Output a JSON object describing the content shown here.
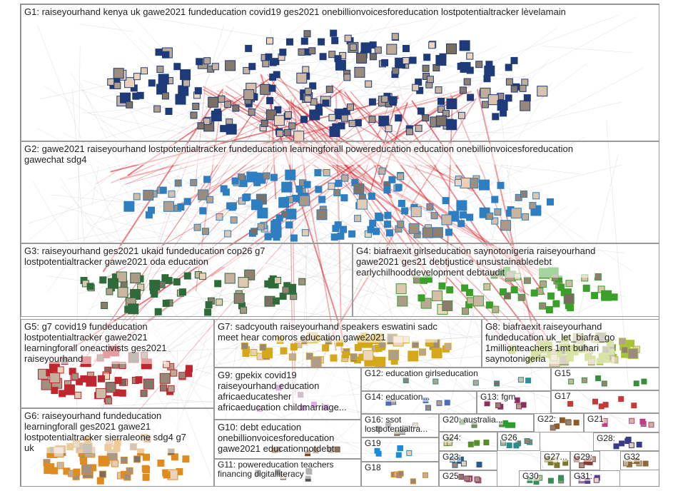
{
  "groups": [
    {
      "id": "G1",
      "label": "G1: raiseyourhand kenya uk gawe2021 fundeducation covid19 ges2021 onebillionvoicesforeducation lostpotentialtracker lèvelamain",
      "color": "#1e3a78"
    },
    {
      "id": "G2",
      "label": "G2: gawe2021 raiseyourhand lostpotentialtracker fundeducation learningforall powereducation education onebillionvoicesforeducation\ngawechat sdg4",
      "color": "#2d7fc1"
    },
    {
      "id": "G3",
      "label": "G3: raiseyourhand ges2021 ukaid fundeducation cop26 g7\nlostpotentialtracker gawe2021 oda education",
      "color": "#2f6b3a"
    },
    {
      "id": "G4",
      "label": "G4: biafraexit girlseducation saynotonigeria raiseyourhand\ngawe2021 ges21 debtjustice unsustainabledebt\nearlychilhooddevelopment debtaudit",
      "color": "#3aa02a"
    },
    {
      "id": "G5",
      "label": "G5: g7 covid19 fundeducation\nlostpotentialtracker gawe2021\nlearningforall oneactivists ges2021\nraiseyourhand",
      "color": "#c0262d"
    },
    {
      "id": "G6",
      "label": "G6: raiseyourhand fundeducation\nlearningforall ges2021 gawe21\nlostpotentialtracker sierraleone sdg4 g7\nuk",
      "color": "#e08b1f"
    },
    {
      "id": "G7",
      "label": "G7: sadcyouth raiseyourhand speakers eswatini sadc\nmeet hear comoros education gawe2021",
      "color": "#d4a81a"
    },
    {
      "id": "G8",
      "label": "G8: biafraexit raiseyourhand\nfundeducation uk_let_biafra_go\n1millionteachers 1mt buhari\nsaynotonigeria",
      "color": "#a8c23a"
    },
    {
      "id": "G9",
      "label": "G9: gpekix covid19\nraiseyourhand education\nafricaeducatesher\nafricaeducation childmarriage...",
      "color": "#b04fc4"
    },
    {
      "id": "G10",
      "label": "G10: debt education\nonebillionvoicesforeducation\ngawe2021 educationnotdebt",
      "color": "#7a4c2a"
    },
    {
      "id": "G11",
      "label": "G11: powereducation teachers\nfinancing digitalliteracy",
      "color": "#555555"
    },
    {
      "id": "G12",
      "label": "G12: education girlseducation",
      "color": "#2e8f8f"
    },
    {
      "id": "G13",
      "label": "G13: fgm",
      "color": "#8a2e5c"
    },
    {
      "id": "G14",
      "label": "G14: education...",
      "color": "#4b6cb7"
    },
    {
      "id": "G15",
      "label": "G15",
      "color": "#3a8f3a"
    },
    {
      "id": "G16",
      "label": "G16: ssot\nlostpotentialtra...",
      "color": "#6b6b6b"
    },
    {
      "id": "G17",
      "label": "G17",
      "color": "#c23a3a"
    },
    {
      "id": "G18",
      "label": "G18",
      "color": "#d98c1a"
    },
    {
      "id": "G19",
      "label": "G19",
      "color": "#1a8cd9"
    },
    {
      "id": "G20",
      "label": "G20: australia...",
      "color": "#2a9d2a"
    },
    {
      "id": "G21",
      "label": "G21",
      "color": "#c43a8a"
    },
    {
      "id": "G22",
      "label": "G22:",
      "color": "#8c5a2a"
    },
    {
      "id": "G23",
      "label": "G23:",
      "color": "#2a5a8c"
    },
    {
      "id": "G24",
      "label": "G24:",
      "color": "#5a8c2a"
    },
    {
      "id": "G25",
      "label": "G25",
      "color": "#8c2a5a"
    },
    {
      "id": "G26",
      "label": "G26",
      "color": "#2a8c8c"
    },
    {
      "id": "G27",
      "label": "G27...",
      "color": "#7a7a2a"
    },
    {
      "id": "G28",
      "label": "G28:",
      "color": "#3a3a8c"
    },
    {
      "id": "G29",
      "label": "G29:",
      "color": "#8c3a3a"
    },
    {
      "id": "G30",
      "label": "G30",
      "color": "#3a8c5a"
    },
    {
      "id": "G31",
      "label": "G31:",
      "color": "#5a3a8c"
    },
    {
      "id": "G32",
      "label": "G32",
      "color": "#8c6a3a"
    }
  ],
  "edge_color": "#d9262b",
  "faint_edge_color": "#c9c9c9"
}
